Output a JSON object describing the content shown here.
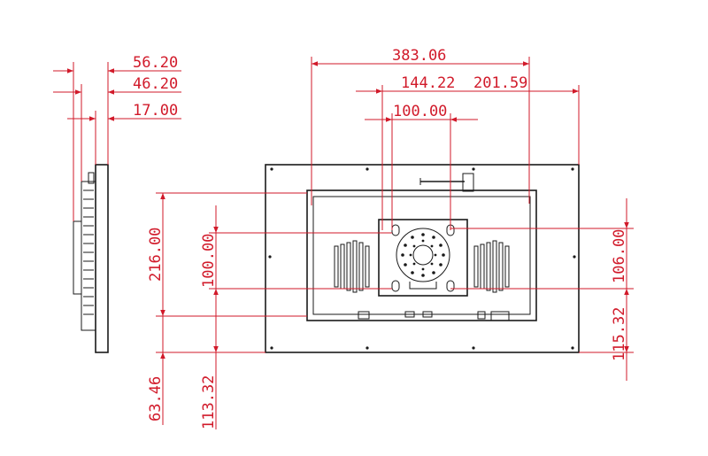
{
  "colors": {
    "dimension": "#d11a2a",
    "outline": "#1a1a1a",
    "background": "#ffffff"
  },
  "dimensions": {
    "side_depth_total": "56.20",
    "side_depth_body": "46.20",
    "side_bezel": "17.00",
    "back_body_width": "383.06",
    "vesa_offset_left": "144.22",
    "vesa_offset_right": "201.59",
    "vesa_width": "100.00",
    "body_height": "216.00",
    "vesa_height": "100.00",
    "bottom_offset_left": "63.46",
    "vesa_bottom_offset": "113.32",
    "vesa_height_right": "106.00",
    "vesa_bottom_right": "115.32"
  }
}
